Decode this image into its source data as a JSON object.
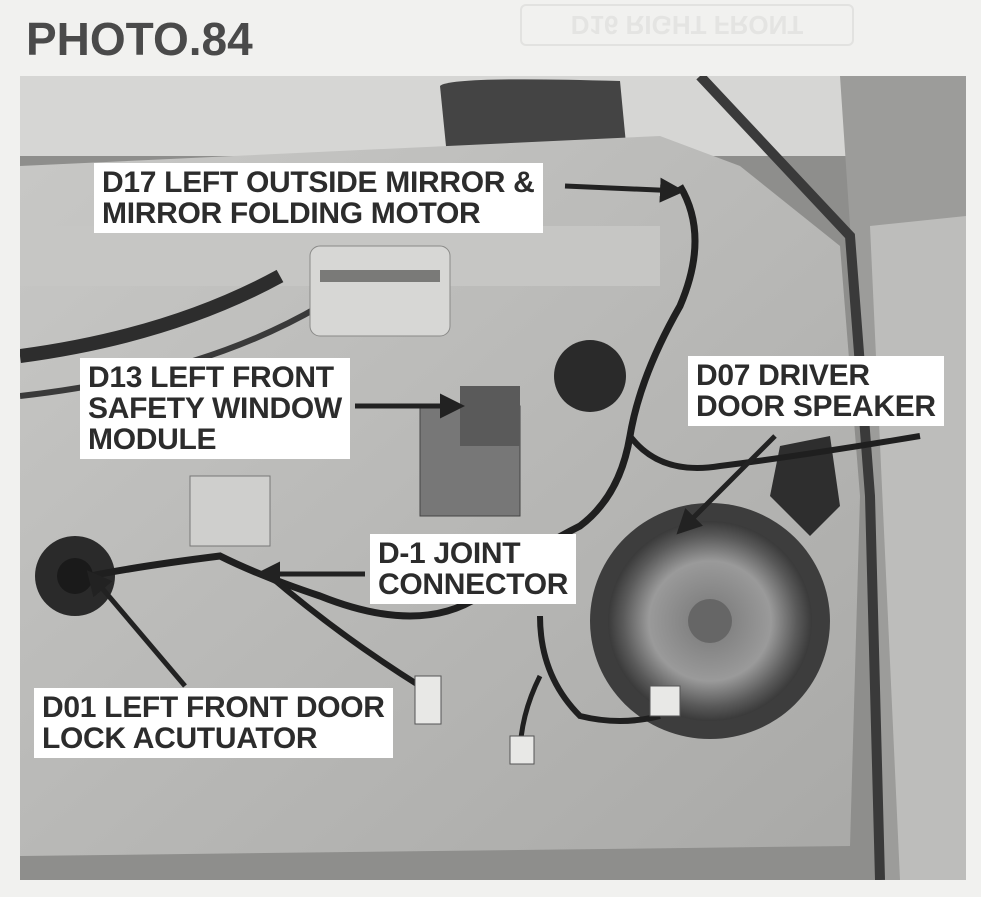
{
  "page_title": "PHOTO.84",
  "bg_stamp": "D16 RIGHT FRONT",
  "callouts": {
    "d17": {
      "line1": "D17 LEFT  OUTSIDE MIRROR &",
      "line2": "MIRROR FOLDING MOTOR"
    },
    "d13": {
      "line1": "D13 LEFT FRONT",
      "line2": "SAFETY WINDOW",
      "line3": "MODULE"
    },
    "d07": {
      "line1": "D07 DRIVER",
      "line2": "DOOR SPEAKER"
    },
    "d1": {
      "line1": "D-1 JOINT",
      "line2": "CONNECTOR"
    },
    "d01": {
      "line1": "D01 LEFT FRONT DOOR",
      "line2": "LOCK ACUTUATOR"
    }
  },
  "colors": {
    "door_panel": "#b9b9b7",
    "background": "#f1f1ef",
    "label_bg": "#ffffff",
    "label_text": "#2c2c2c",
    "arrow": "#2a2a2a"
  }
}
